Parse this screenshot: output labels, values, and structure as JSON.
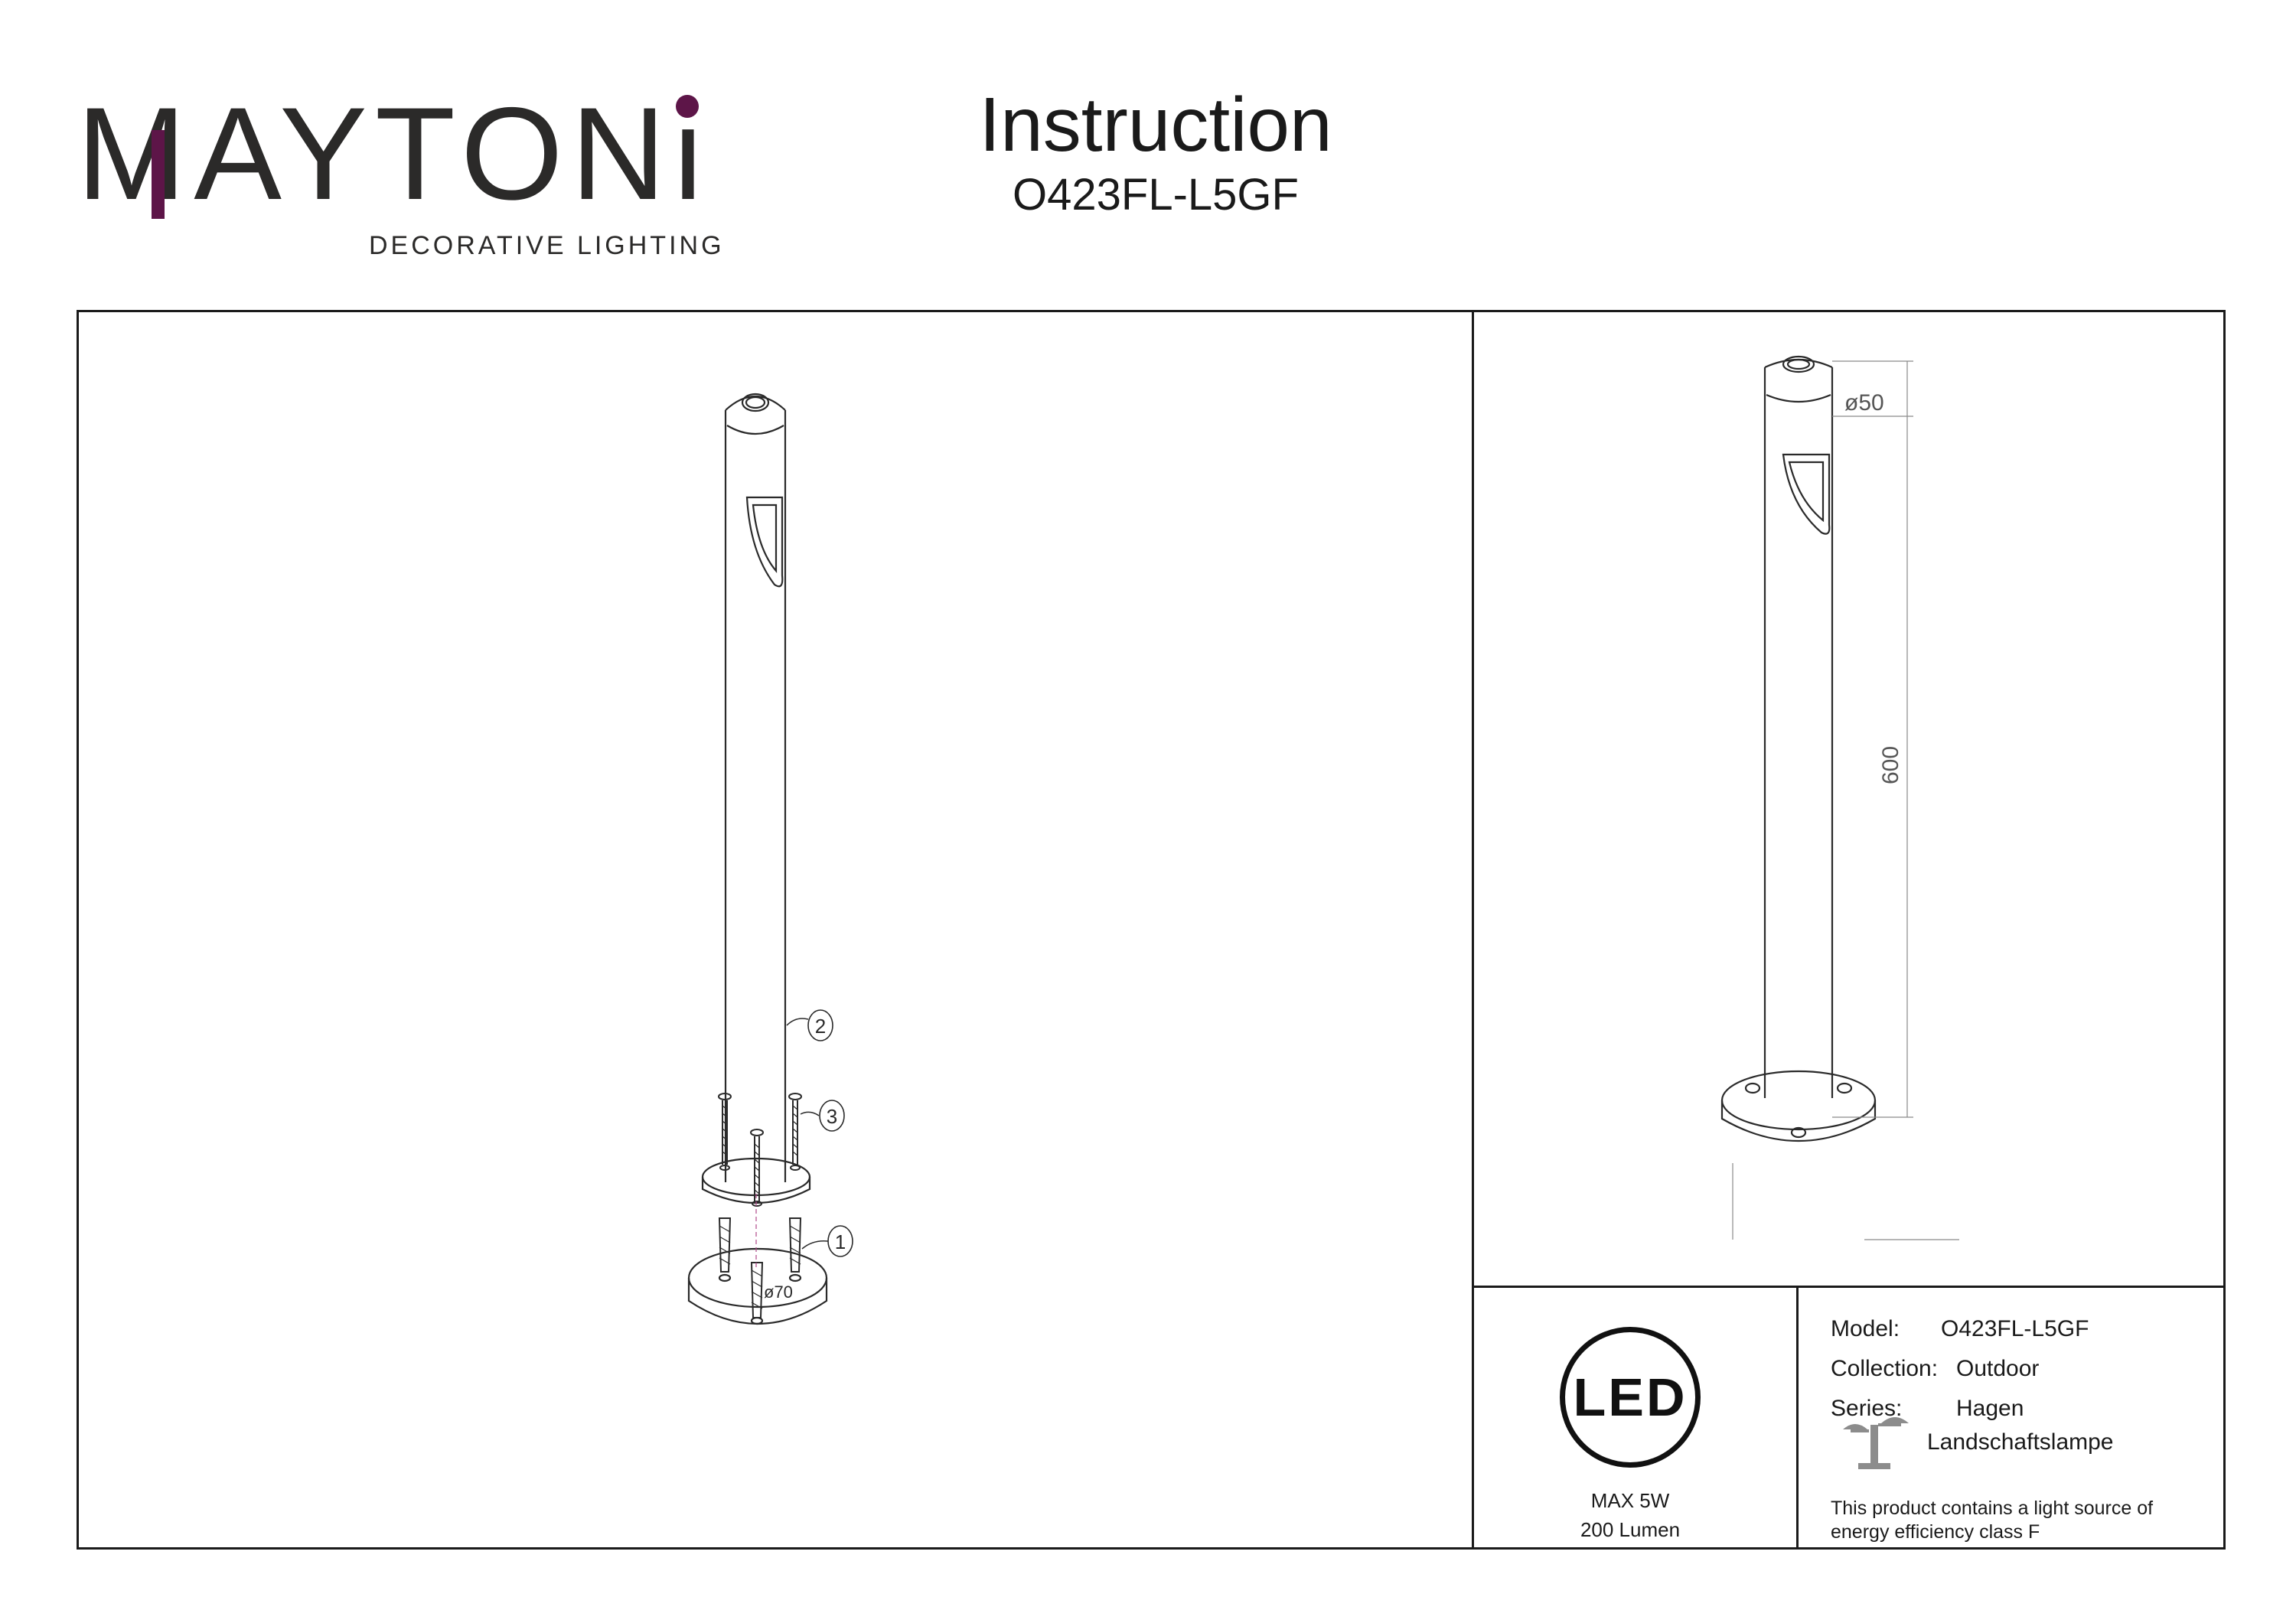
{
  "brand": {
    "name": "MAYTONi",
    "tagline": "DECORATIVE LIGHTING",
    "colors": {
      "accent": "#5d1548",
      "text": "#2b2a29"
    }
  },
  "header": {
    "title": "Instruction",
    "model_code": "O423FL-L5GF"
  },
  "assembly_diagram": {
    "callouts": [
      "1",
      "2",
      "3"
    ],
    "base_diameter_label": "ø70"
  },
  "dimension_diagram": {
    "diameter_label": "ø50",
    "height_label": "600"
  },
  "led_panel": {
    "badge_text": "LED",
    "max_power": "MAX 5W",
    "lumen": "200 Lumen"
  },
  "specs": {
    "model_label": "Model:",
    "model_value": "O423FL-L5GF",
    "collection_label": "Collection:",
    "collection_value": "Outdoor",
    "series_label": "Series:",
    "series_value": "Hagen",
    "type_icon": "garden-lamp-icon",
    "type_value": "Landschaftslampe",
    "energy_note": "This product contains a light source of energy efficiency class F"
  }
}
